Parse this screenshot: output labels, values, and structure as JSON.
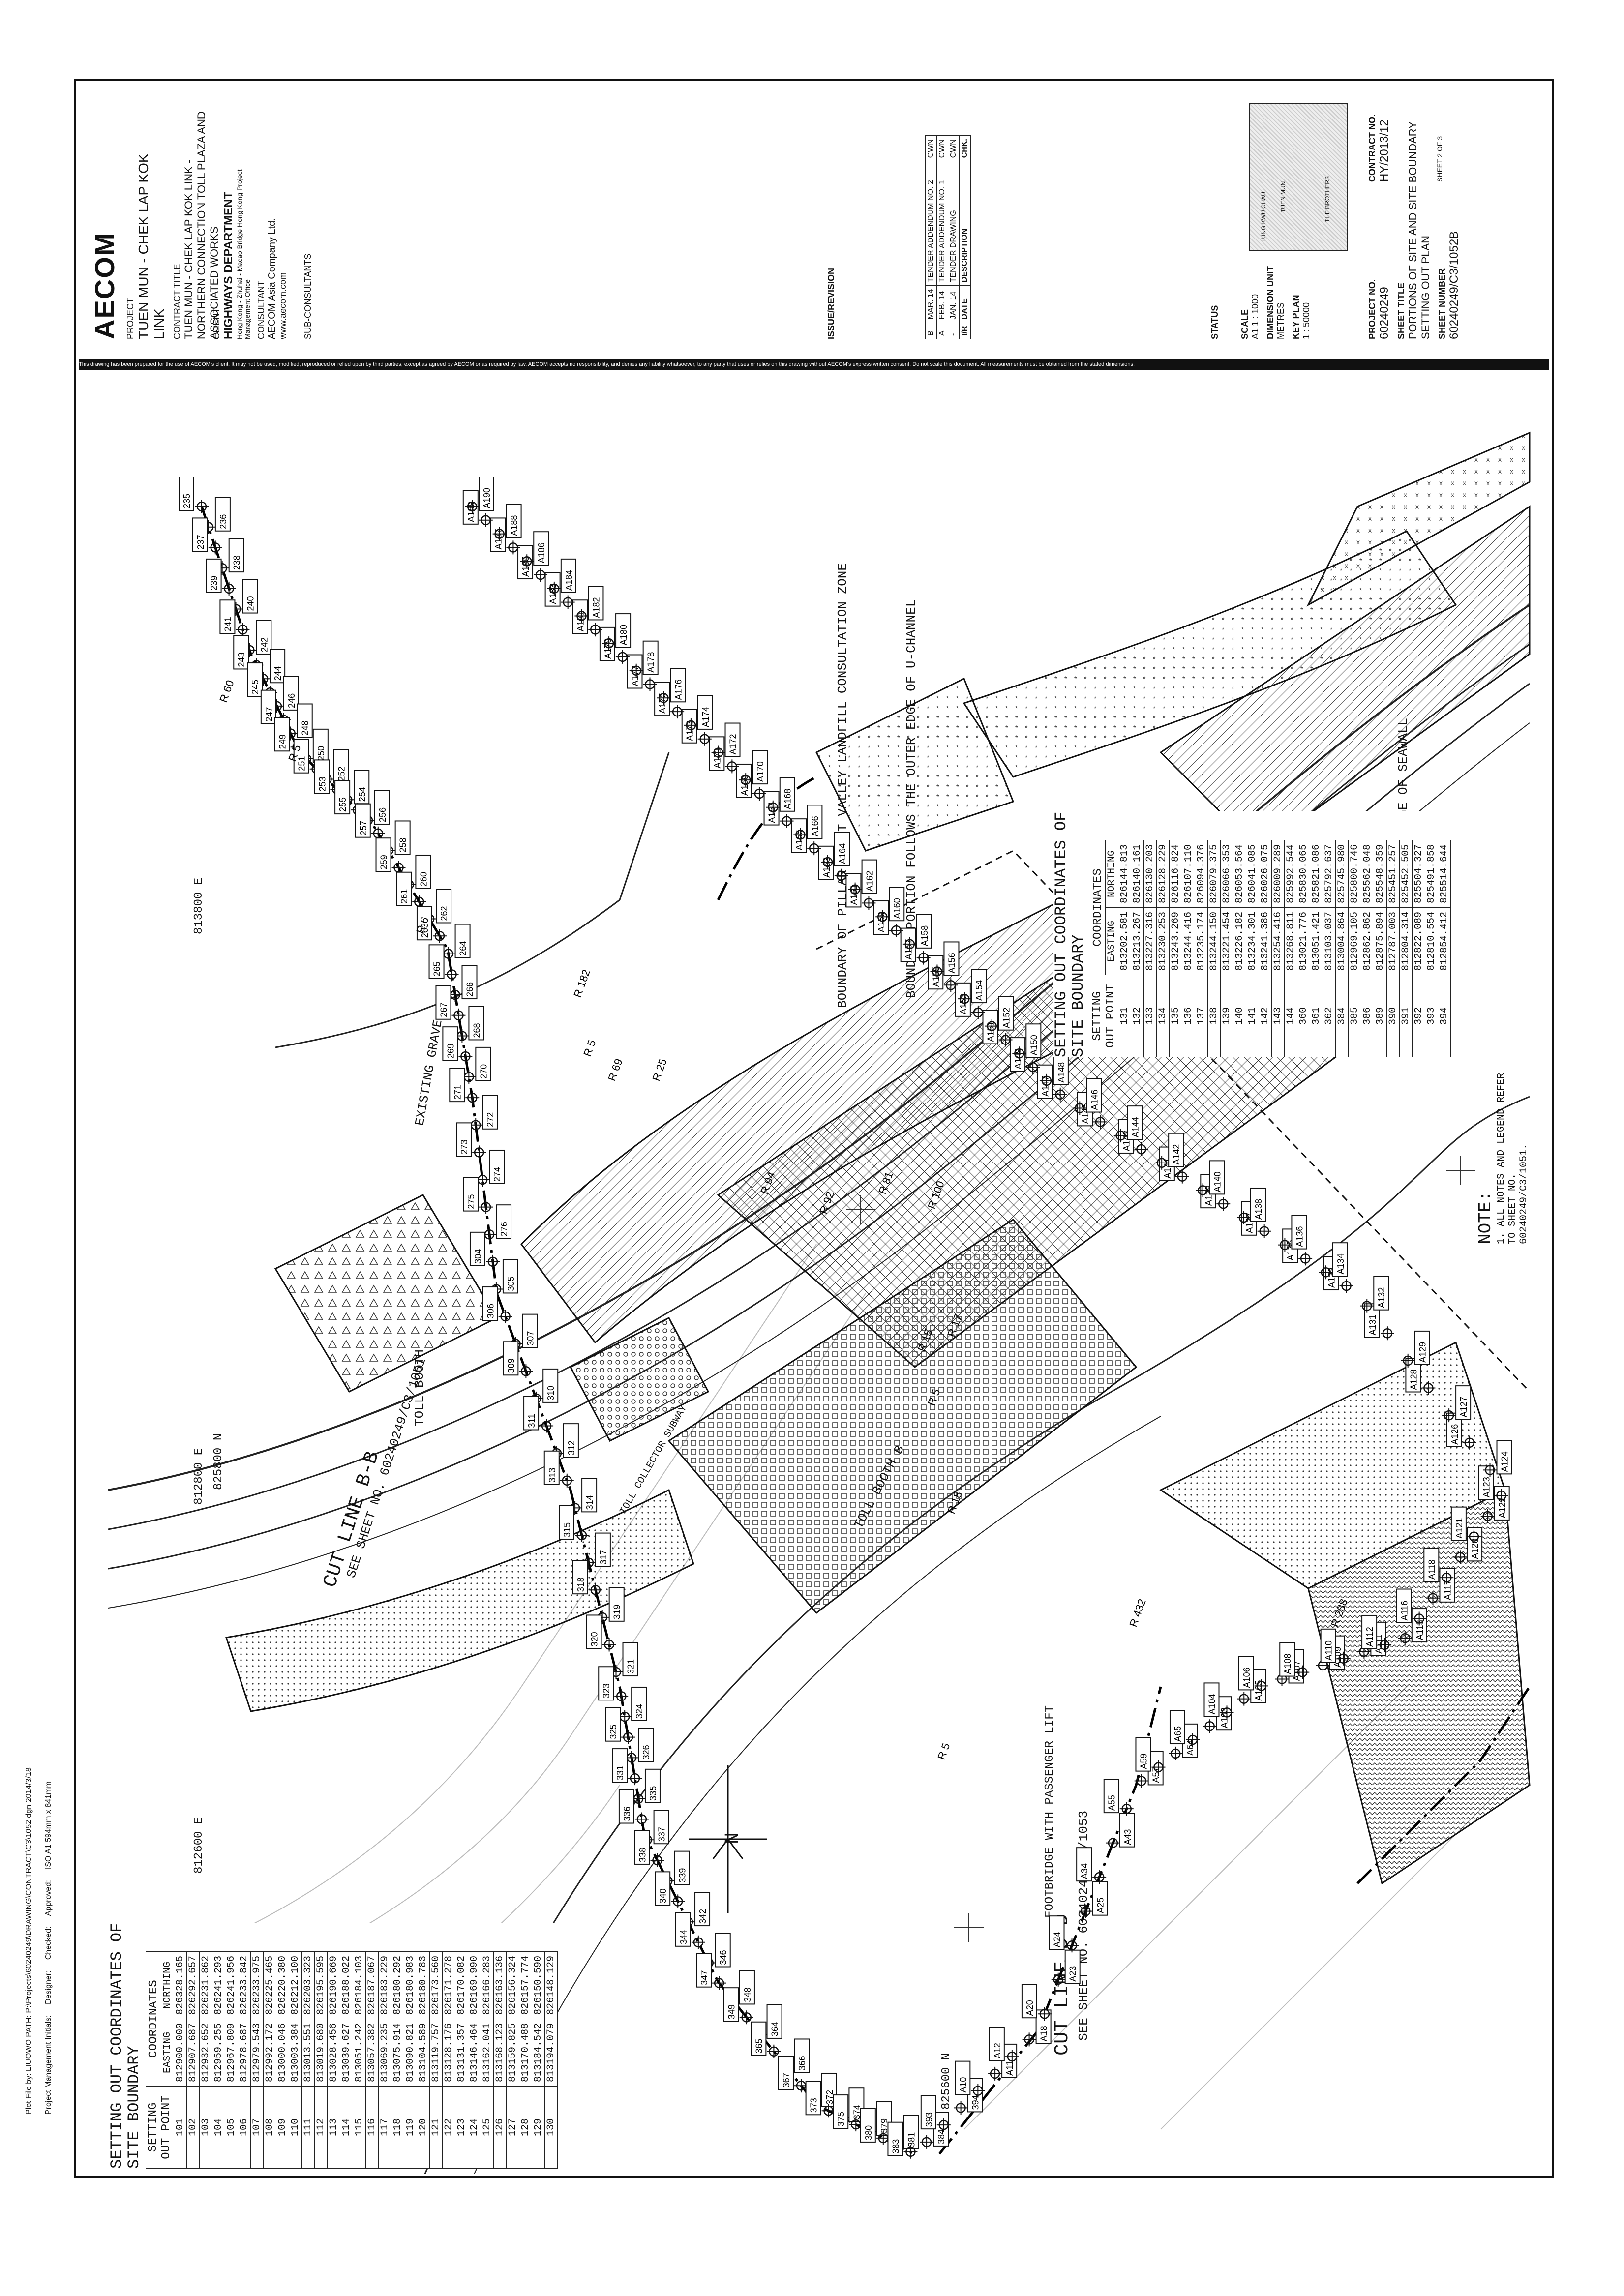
{
  "titleblock": {
    "brand": "AECOM",
    "project_label": "PROJECT",
    "project_name": "TUEN MUN - CHEK LAP KOK LINK",
    "contract_title_label": "CONTRACT TITLE",
    "contract_title": "TUEN MUN - CHEK LAP KOK LINK - NORTHERN CONNECTION TOLL PLAZA AND ASSOCIATED WORKS",
    "client_label": "CLIENT",
    "client_name": "HIGHWAYS DEPARTMENT",
    "client_sub": "Hong Kong - Zhuhai - Macao Bridge Hong Kong Project Management Office",
    "consultant_label": "CONSULTANT",
    "consultant_name": "AECOM Asia Company Ltd.",
    "consultant_web": "www.aecom.com",
    "subconsultants_label": "SUB-CONSULTANTS",
    "issue_label": "ISSUE/REVISION",
    "revisions": [
      {
        "rev": "B",
        "date": "MAR. 14",
        "desc": "TENDER ADDENDUM NO. 2",
        "chk": "CWN"
      },
      {
        "rev": "A",
        "date": "FEB. 14",
        "desc": "TENDER ADDENDUM NO. 1",
        "chk": "CWN"
      },
      {
        "rev": "-",
        "date": "JAN. 14",
        "desc": "TENDER DRAWING",
        "chk": "CWN"
      }
    ],
    "rev_headers": {
      "rev": "I/R",
      "date": "DATE",
      "desc": "DESCRIPTION",
      "chk": "CHK."
    },
    "status_label": "STATUS",
    "scale_label": "SCALE",
    "scale_value": "A1 1 : 1000",
    "dimension_label": "DIMENSION UNIT",
    "dimension_value": "METRES",
    "keyplan_label": "KEY PLAN",
    "keyplan_scale": "1 : 50000",
    "keyplan_labels": [
      "TUEN MUN",
      "THE BROTHERS",
      "LUNG KWU CHAU"
    ],
    "project_no_label": "PROJECT NO.",
    "project_no": "60240249",
    "contract_no_label": "CONTRACT NO.",
    "contract_no": "HY/2013/12",
    "sheet_title_label": "SHEET TITLE",
    "sheet_title": "PORTIONS OF SITE AND SITE BOUNDARY SETTING OUT PLAN",
    "sheet_of": "SHEET 2 OF 3",
    "sheet_number_label": "SHEET NUMBER",
    "sheet_number": "60240249/C3/1052B",
    "disclaimer": "This drawing has been prepared for the use of AECOM's client. It may not be used, modified, reproduced or relied upon by third parties, except as agreed by AECOM or as required by law. AECOM accepts no responsibility, and denies any liability whatsoever, to any party that uses or relies on this drawing without AECOM's express written consent. Do not scale this document. All measurements must be obtained from the stated dimensions."
  },
  "map": {
    "north_label": "N",
    "grid_labels": [
      "813800 E",
      "812800 E",
      "812600 E",
      "825800 N",
      "825600 N"
    ],
    "annotations": [
      "CUT LINE B-B",
      "SEE SHEET NO. 60240249/C3/1051",
      "TOLL BOOTH",
      "TOLL COLLECTOR SUBWAY",
      "EXISTING GRAVE",
      "TOLL BOOTH B",
      "FOOTBRIDGE WITH PASSENGER LIFT",
      "CUT LINE D-D",
      "SEE SHEET NO. 60240249/C3/1053",
      "BOUNDARY OF PILLAR POINT VALLEY LANDFILL CONSULTATION ZONE",
      "BOUNDARY PORTION FOLLOWS THE OUTER EDGE OF U-CHANNEL",
      "ALONG THE EDGE OF SEAWALL"
    ],
    "note_title": "NOTE:",
    "note_text": "1. ALL NOTES AND LEGEND REFER TO SHEET NO. 60240249/C3/1051."
  },
  "table_left": {
    "title": "SETTING OUT COORDINATES OF SITE BOUNDARY",
    "col_point": "SETTING OUT POINT",
    "col_coords": "COORDINATES",
    "col_e": "EASTING",
    "col_n": "NORTHING",
    "rows": [
      [
        "101",
        "812900.000",
        "826328.165"
      ],
      [
        "102",
        "812907.687",
        "826292.657"
      ],
      [
        "103",
        "812932.652",
        "826231.862"
      ],
      [
        "104",
        "812959.255",
        "826241.293"
      ],
      [
        "105",
        "812967.809",
        "826241.956"
      ],
      [
        "106",
        "812978.687",
        "826233.842"
      ],
      [
        "107",
        "812979.543",
        "826233.975"
      ],
      [
        "108",
        "812992.172",
        "826225.465"
      ],
      [
        "109",
        "813000.046",
        "826220.380"
      ],
      [
        "110",
        "813003.384",
        "826212.100"
      ],
      [
        "111",
        "813013.551",
        "826203.323"
      ],
      [
        "112",
        "813019.680",
        "826195.595"
      ],
      [
        "113",
        "813028.456",
        "826190.669"
      ],
      [
        "114",
        "813039.627",
        "826188.022"
      ],
      [
        "115",
        "813051.242",
        "826184.103"
      ],
      [
        "116",
        "813057.382",
        "826187.067"
      ],
      [
        "117",
        "813069.235",
        "826183.229"
      ],
      [
        "118",
        "813075.914",
        "826180.292"
      ],
      [
        "119",
        "813090.821",
        "826180.983"
      ],
      [
        "120",
        "813104.589",
        "826180.783"
      ],
      [
        "121",
        "813119.757",
        "826173.560"
      ],
      [
        "122",
        "813128.176",
        "826171.278"
      ],
      [
        "123",
        "813131.357",
        "826170.082"
      ],
      [
        "124",
        "813146.464",
        "826169.990"
      ],
      [
        "125",
        "813162.041",
        "826166.283"
      ],
      [
        "126",
        "813168.123",
        "826163.136"
      ],
      [
        "127",
        "813159.825",
        "826156.324"
      ],
      [
        "128",
        "813170.488",
        "826157.774"
      ],
      [
        "129",
        "813184.542",
        "826150.590"
      ],
      [
        "130",
        "813194.079",
        "826148.129"
      ]
    ]
  },
  "table_right": {
    "title": "SETTING OUT COORDINATES OF SITE BOUNDARY",
    "col_point": "SETTING OUT POINT",
    "col_coords": "COORDINATES",
    "col_e": "EASTING",
    "col_n": "NORTHING",
    "rows": [
      [
        "131",
        "813202.581",
        "826144.813"
      ],
      [
        "132",
        "813213.267",
        "826140.161"
      ],
      [
        "133",
        "813227.316",
        "826130.203"
      ],
      [
        "134",
        "813230.253",
        "826128.229"
      ],
      [
        "135",
        "813243.269",
        "826116.824"
      ],
      [
        "136",
        "813244.416",
        "826107.110"
      ],
      [
        "137",
        "813235.174",
        "826094.376"
      ],
      [
        "138",
        "813244.150",
        "826079.375"
      ],
      [
        "139",
        "813221.454",
        "826066.353"
      ],
      [
        "140",
        "813226.182",
        "826053.564"
      ],
      [
        "141",
        "813234.301",
        "826041.085"
      ],
      [
        "142",
        "813241.386",
        "826026.075"
      ],
      [
        "143",
        "813254.416",
        "826009.289"
      ],
      [
        "144",
        "813268.811",
        "825992.544"
      ],
      [
        "360",
        "813021.776",
        "825830.065"
      ],
      [
        "361",
        "813051.421",
        "825821.086"
      ],
      [
        "362",
        "813103.037",
        "825792.637"
      ],
      [
        "384",
        "813004.864",
        "825745.980"
      ],
      [
        "385",
        "812969.105",
        "825800.746"
      ],
      [
        "386",
        "812862.862",
        "825562.048"
      ],
      [
        "389",
        "812875.894",
        "825548.359"
      ],
      [
        "390",
        "812787.003",
        "825451.257"
      ],
      [
        "391",
        "812804.314",
        "825452.505"
      ],
      [
        "392",
        "812822.089",
        "825504.327"
      ],
      [
        "393",
        "812810.554",
        "825491.858"
      ],
      [
        "394",
        "812854.412",
        "825514.644"
      ]
    ]
  },
  "point_labels": [
    "235",
    "236",
    "237",
    "238",
    "239",
    "240",
    "241",
    "242",
    "243",
    "244",
    "245",
    "246",
    "247",
    "248",
    "249",
    "250",
    "251",
    "252",
    "253",
    "254",
    "255",
    "256",
    "257",
    "258",
    "259",
    "260",
    "261",
    "262",
    "263",
    "264",
    "265",
    "266",
    "267",
    "268",
    "269",
    "270",
    "271",
    "272",
    "273",
    "274",
    "275",
    "276",
    "304",
    "305",
    "306",
    "307",
    "309",
    "310",
    "311",
    "312",
    "313",
    "314",
    "315",
    "317",
    "318",
    "319",
    "320",
    "321",
    "323",
    "324",
    "325",
    "326",
    "331",
    "335",
    "336",
    "337",
    "338",
    "339",
    "340",
    "342",
    "344",
    "346",
    "347",
    "348",
    "349",
    "364",
    "365",
    "366",
    "367",
    "372",
    "373",
    "374",
    "375",
    "379",
    "380",
    "381",
    "383",
    "384",
    "393",
    "394",
    "A10",
    "A11",
    "A12",
    "A18",
    "A20",
    "A23",
    "A24",
    "A25",
    "A34",
    "A43",
    "A55",
    "A57",
    "A59",
    "A64",
    "A65",
    "A103",
    "A104",
    "A105",
    "A106",
    "A107",
    "A108",
    "A109",
    "A110",
    "A111",
    "A112",
    "A113",
    "A116",
    "A117",
    "A118",
    "A120",
    "A121",
    "A122",
    "A123",
    "A124",
    "A126",
    "A127",
    "A128",
    "A129",
    "A131",
    "A132",
    "A133",
    "A134",
    "A135",
    "A136",
    "A137",
    "A138",
    "A139",
    "A140",
    "A141",
    "A142",
    "A143",
    "A144",
    "A145",
    "A146",
    "A147",
    "A148",
    "A149",
    "A150",
    "A151",
    "A152",
    "A153",
    "A154",
    "A155",
    "A156",
    "A157",
    "A158",
    "A159",
    "A160",
    "A161",
    "A162",
    "A163",
    "A164",
    "A165",
    "A166",
    "A167",
    "A168",
    "A169",
    "A170",
    "A171",
    "A172",
    "A173",
    "A174",
    "A175",
    "A176",
    "A177",
    "A178",
    "A179",
    "A180",
    "A181",
    "A182",
    "A183",
    "A184",
    "A185",
    "A186",
    "A187",
    "A188",
    "A189",
    "A190"
  ],
  "radius_labels": [
    "R 60",
    "R 5",
    "R 6",
    "R 182",
    "R 5",
    "R 69",
    "R 25",
    "R 94",
    "R 92",
    "R 81",
    "R 100",
    "R 15",
    "R 17",
    "R 5",
    "R 18",
    "R 5",
    "R 288",
    "R 432"
  ],
  "footer": {
    "plot_file": "Plot File by: LIUOWO  PATH: P:\\Projects\\60240249\\DRAWING\\CONTRACT\\C3\\1052.dgn  2014/3/18",
    "pm_initials": "Project Management Initials:",
    "designer": "Designer:",
    "checked": "Checked:",
    "approved": "Approved:",
    "iso": "ISO A1 594mm x 841mm"
  }
}
